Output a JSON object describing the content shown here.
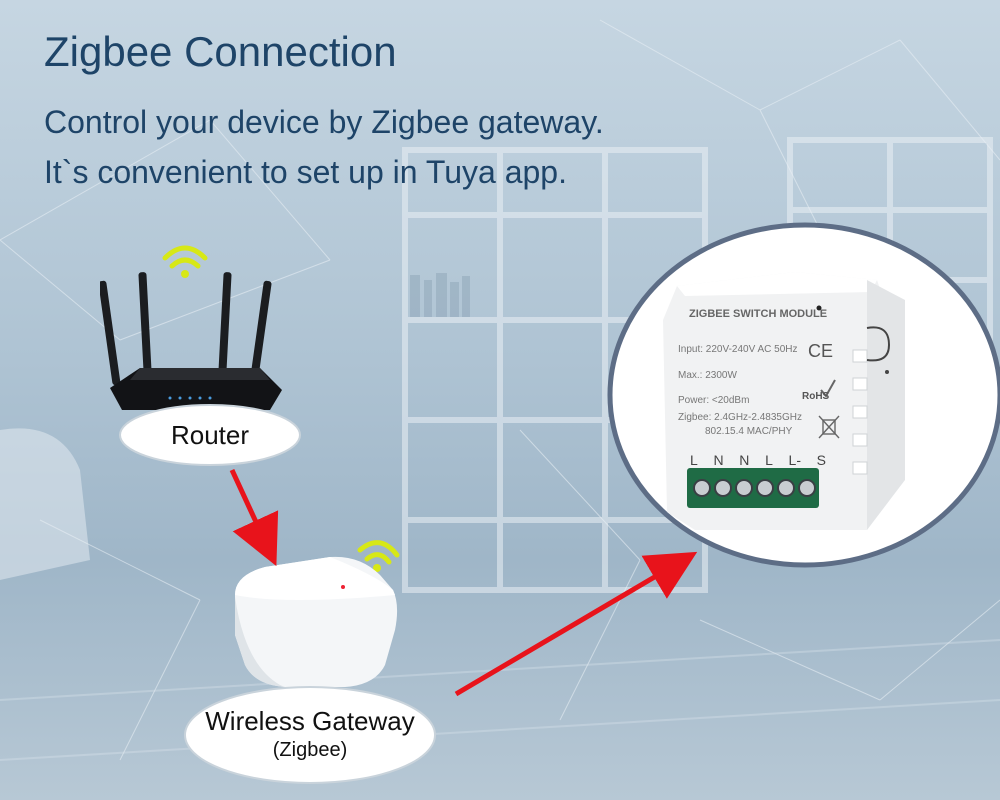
{
  "header": {
    "title": "Zigbee Connection",
    "line1": "Control your device by Zigbee gateway.",
    "line2": "It`s convenient to set up in Tuya app."
  },
  "router": {
    "label": "Router",
    "icon": "router-icon"
  },
  "gateway": {
    "label": "Wireless Gateway",
    "sublabel": "(Zigbee)",
    "icon": "gateway-icon"
  },
  "module": {
    "name": "ZIGBEE SWITCH MODULE",
    "input": "Input: 220V-240V AC 50Hz",
    "max": "Max.: 2300W",
    "power": "Power: <20dBm",
    "zigbee1": "Zigbee: 2.4GHz-2.4835GHz",
    "zigbee2": "802.15.4 MAC/PHY",
    "ce": "CE",
    "rohs": "RoHS",
    "terminals": [
      "L",
      "N",
      "N",
      "L",
      "L-",
      "S"
    ]
  },
  "colors": {
    "title": "#1e4468",
    "arrow": "#e8131b",
    "wifi": "#d7e816"
  }
}
